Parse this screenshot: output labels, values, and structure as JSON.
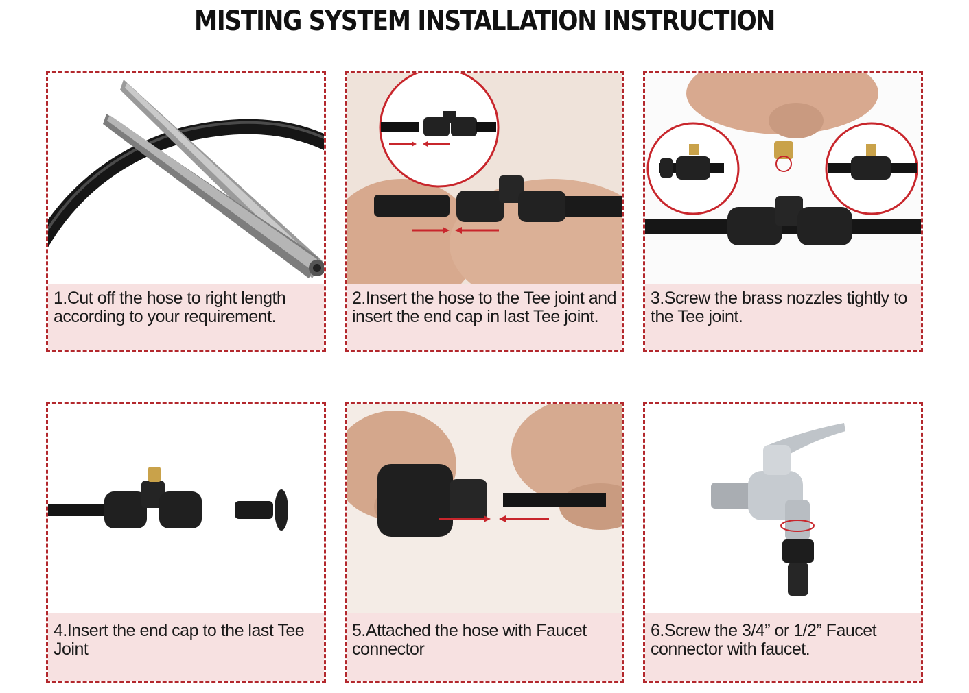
{
  "title": "MISTING SYSTEM INSTALLATION INSTRUCTION",
  "colors": {
    "border": "#b3282d",
    "caption_bg": "#f7e1e1",
    "arrow": "#c8262c"
  },
  "steps": [
    {
      "caption": "1.Cut off the hose to right length according to your requirement.",
      "image": "scissors-cutting-hose"
    },
    {
      "caption": "2.Insert the hose to the Tee joint and insert the end cap in last Tee joint.",
      "image": "hands-inserting-hose-into-tee"
    },
    {
      "caption": "3.Screw the brass nozzles tightly to the Tee joint.",
      "image": "fingers-screwing-brass-nozzle"
    },
    {
      "caption": "4.Insert the end cap to the last Tee Joint",
      "image": "tee-joint-and-end-cap"
    },
    {
      "caption": "5.Attached the hose with Faucet connector",
      "image": "hands-attaching-hose-to-faucet-connector"
    },
    {
      "caption": "6.Screw the 3/4” or 1/2” Faucet connector with faucet.",
      "image": "chrome-faucet-with-connector"
    }
  ]
}
